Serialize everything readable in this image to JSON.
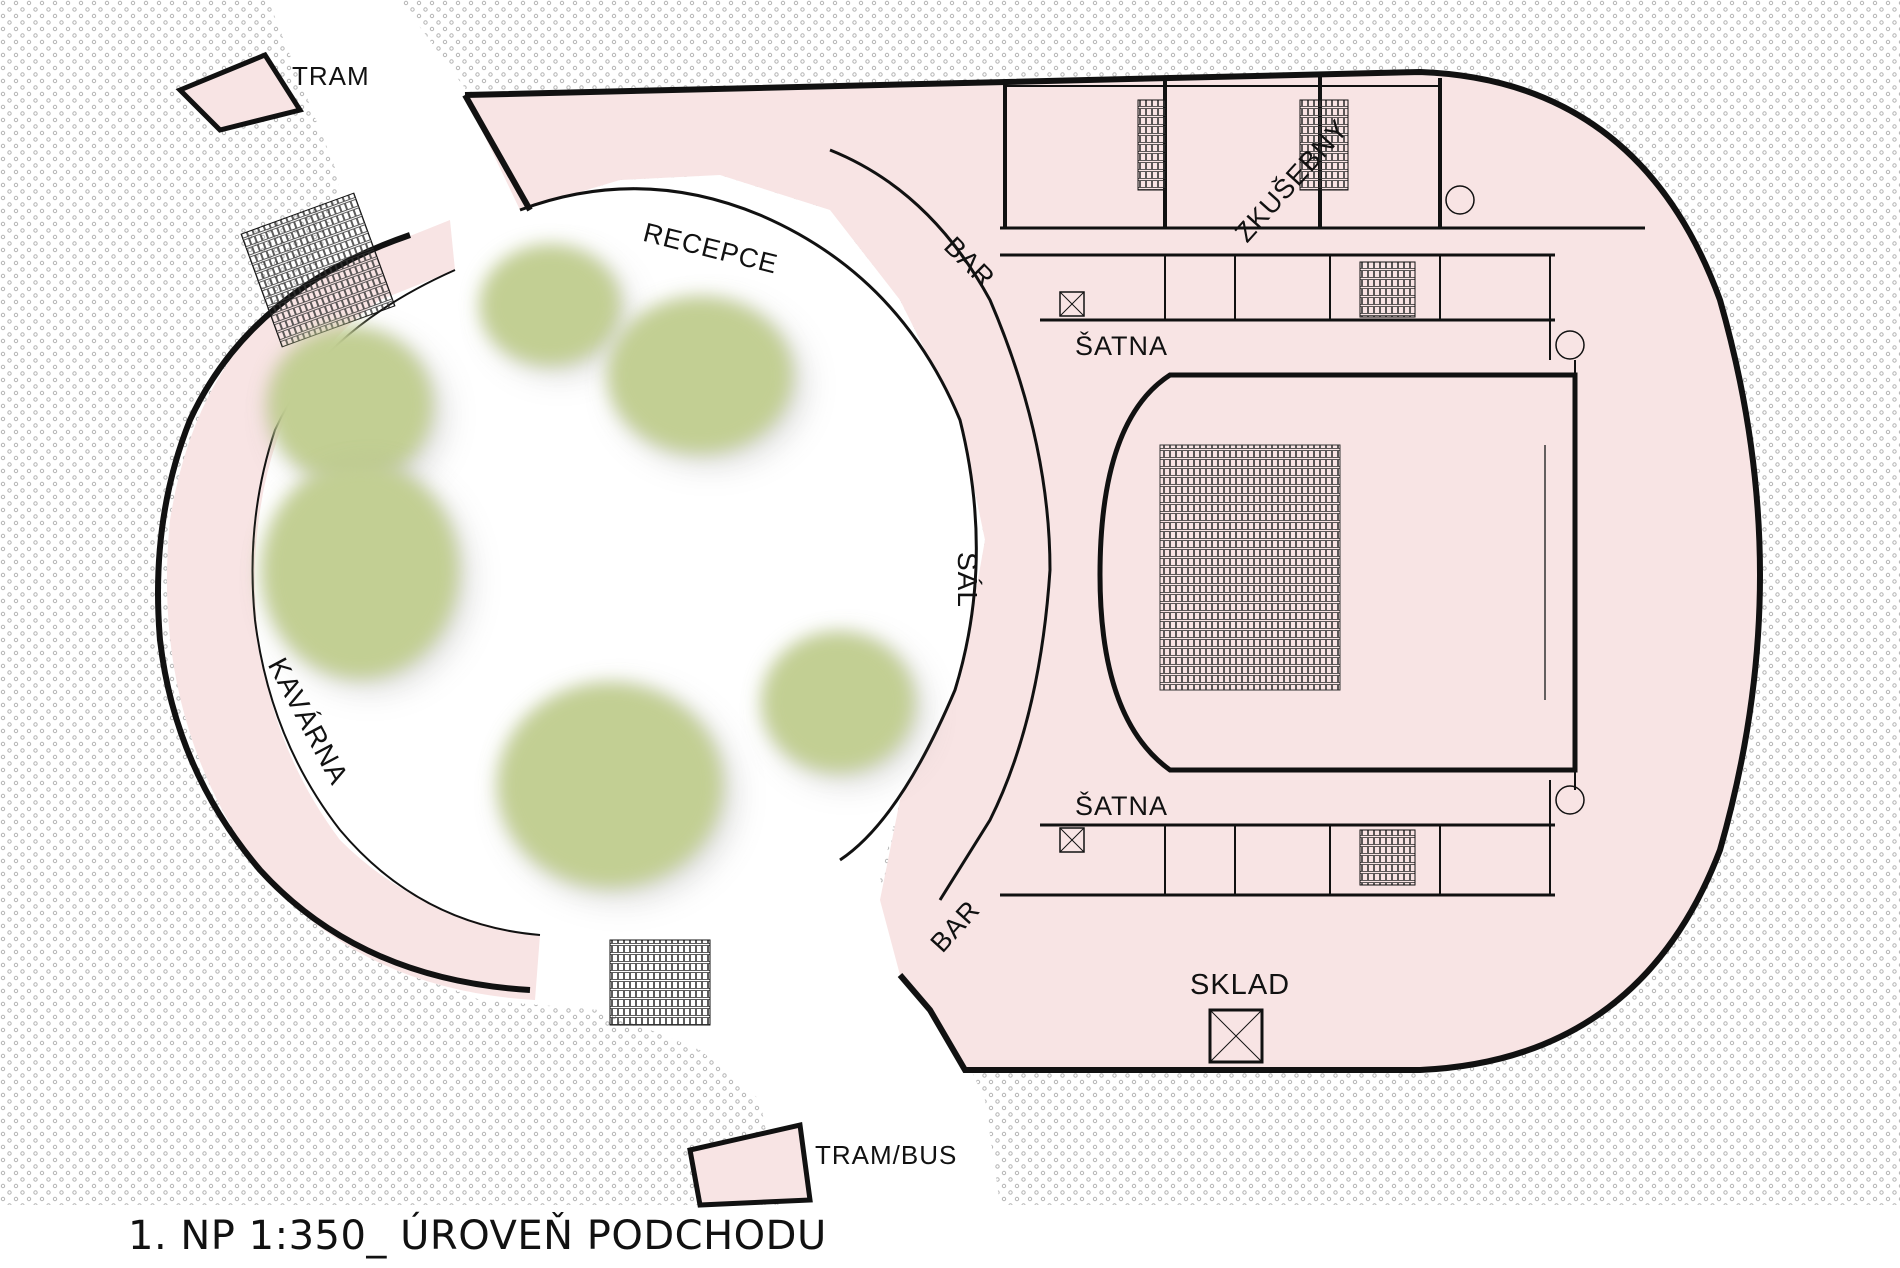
{
  "caption": "1. NP 1:350_ ÚROVEŇ PODCHODU",
  "labels": {
    "tram_top": "TRAM",
    "tram_bus": "TRAM/BUS",
    "recepce": "RECEPCE",
    "bar_top": "BAR",
    "bar_bottom": "BAR",
    "zkusebny": "ZKUŠEBNY",
    "satna_top": "ŠATNA",
    "satna_bottom": "ŠATNA",
    "sal": "SÁL",
    "kavarna": "KAVÁRNA",
    "sklad": "SKLAD"
  },
  "colors": {
    "floor": "#f8e4e4",
    "wall": "#111111",
    "ground_dots": "#b9b9b9",
    "tree": "#c2cf93"
  }
}
